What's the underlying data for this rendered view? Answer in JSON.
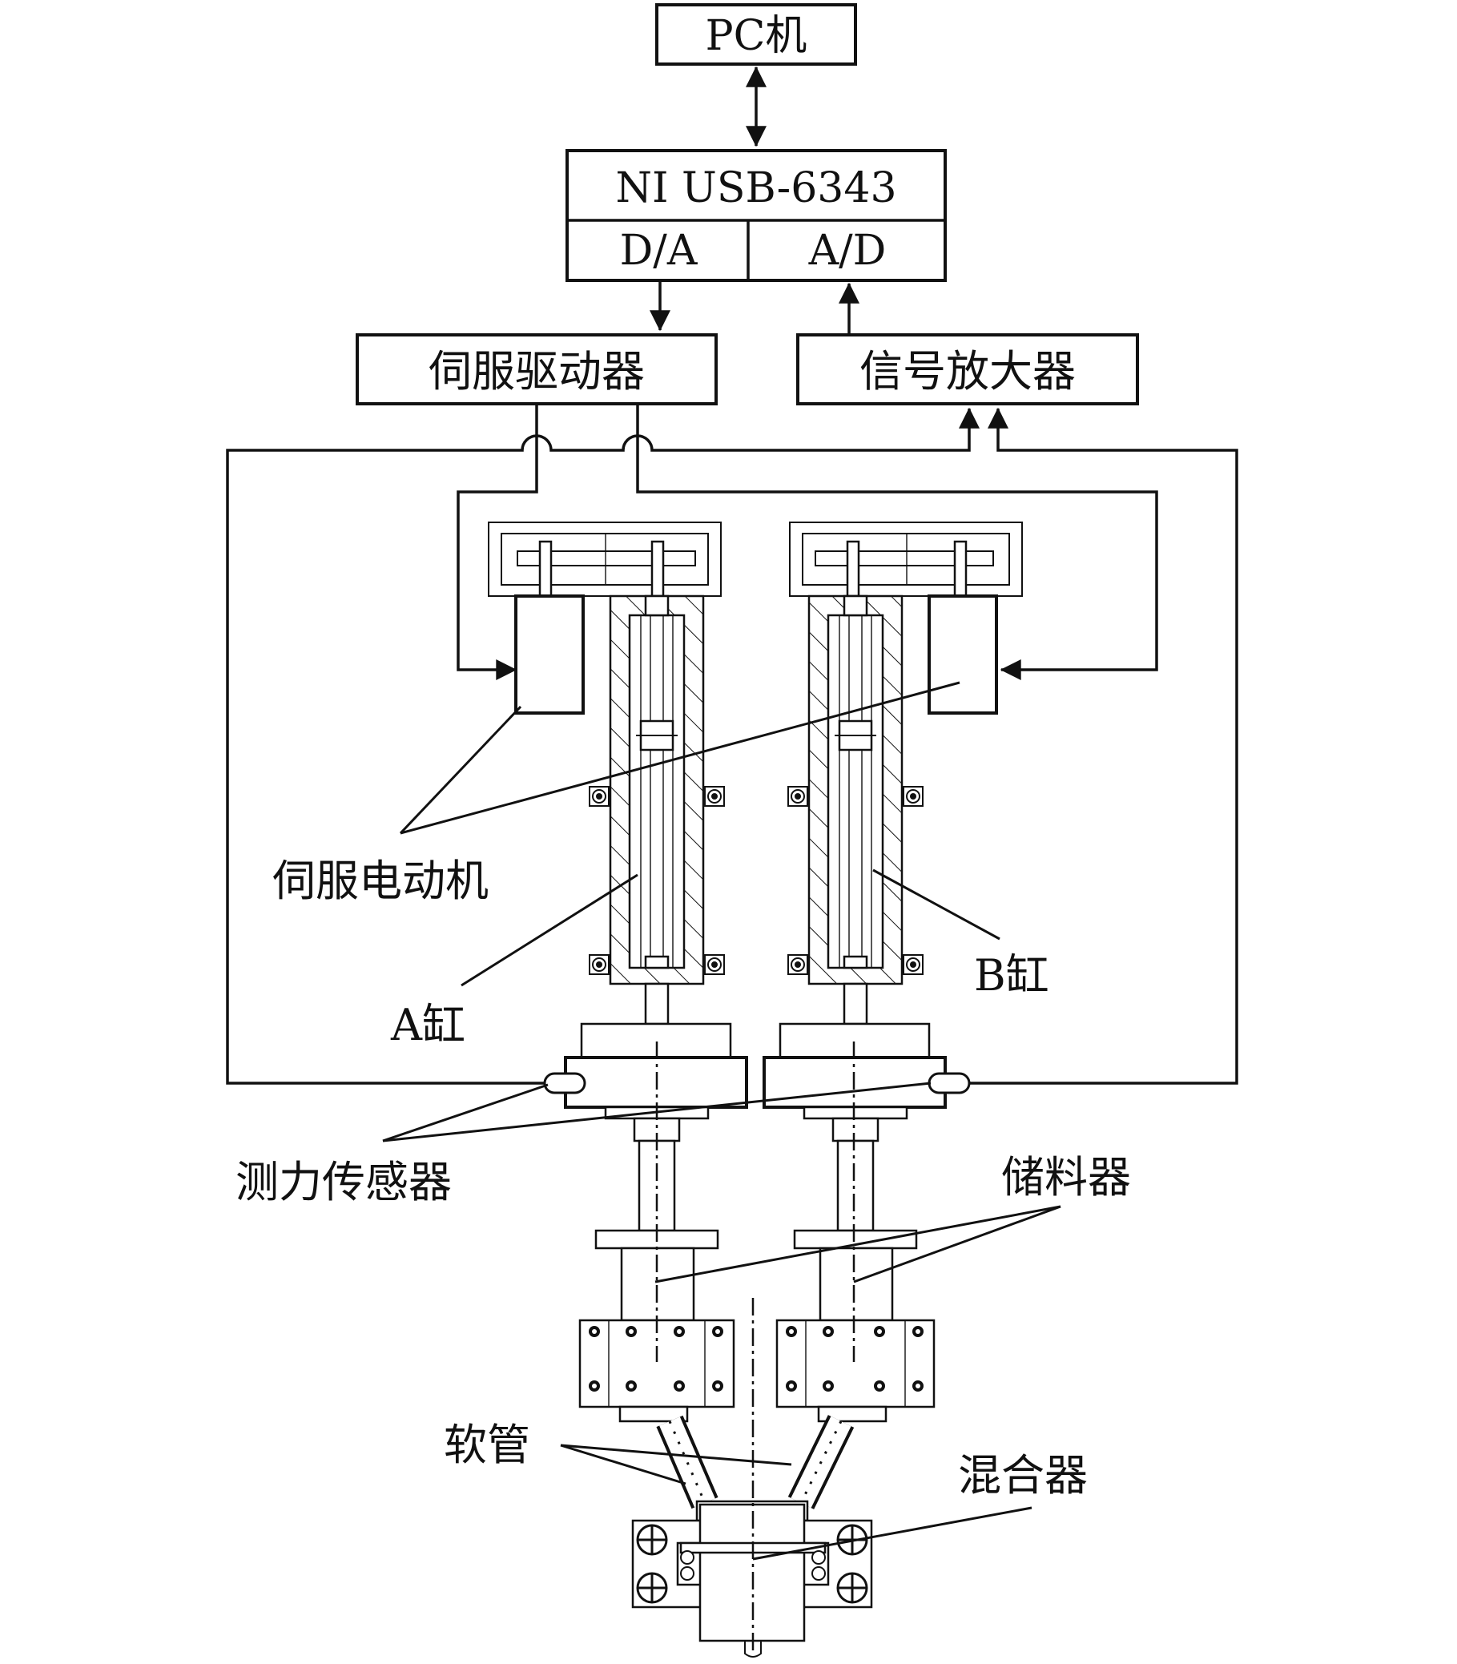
{
  "blocks": {
    "pc": "PC机",
    "daq": "NI USB-6343",
    "da": "D/A",
    "ad": "A/D",
    "servo_driver": "伺服驱动器",
    "signal_amplifier": "信号放大器"
  },
  "labels": {
    "servo_motor": "伺服电动机",
    "cylinder_a": "A缸",
    "cylinder_b": "B缸",
    "force_sensor": "测力传感器",
    "reservoir": "储料器",
    "hose": "软管",
    "mixer": "混合器"
  }
}
